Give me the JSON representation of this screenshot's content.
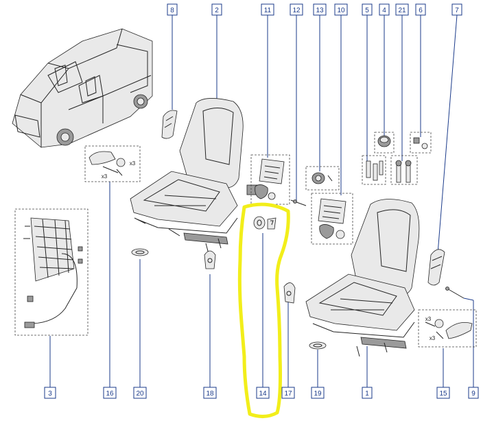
{
  "labels": [
    {
      "key": "c3",
      "text": "3"
    },
    {
      "key": "c16",
      "text": "16"
    },
    {
      "key": "c20",
      "text": "20"
    },
    {
      "key": "c18",
      "text": "18"
    },
    {
      "key": "c14",
      "text": "14"
    },
    {
      "key": "c17",
      "text": "17"
    },
    {
      "key": "c19",
      "text": "19"
    },
    {
      "key": "c1",
      "text": "1"
    },
    {
      "key": "c15",
      "text": "15"
    },
    {
      "key": "c9",
      "text": "9"
    },
    {
      "key": "c8",
      "text": "8"
    },
    {
      "key": "c2",
      "text": "2"
    },
    {
      "key": "c11",
      "text": "11"
    },
    {
      "key": "c12",
      "text": "12"
    },
    {
      "key": "c13",
      "text": "13"
    },
    {
      "key": "c10",
      "text": "10"
    },
    {
      "key": "c5",
      "text": "5"
    },
    {
      "key": "c4",
      "text": "4"
    },
    {
      "key": "c21",
      "text": "21"
    },
    {
      "key": "c6",
      "text": "6"
    },
    {
      "key": "c7",
      "text": "7"
    }
  ],
  "small_text": {
    "x3_left": "x3",
    "x3_left_b": "x3",
    "x3_right": "x3",
    "x3_right_b": "x3"
  },
  "highlight": {
    "color": "#f2ee1a",
    "target": "14"
  },
  "colors": {
    "label_blue": "#1a3a8a",
    "line": "#222222"
  }
}
